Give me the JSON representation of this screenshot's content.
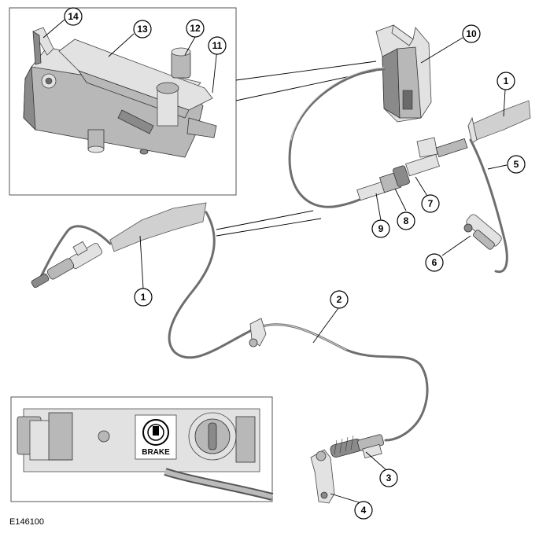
{
  "figure": {
    "reference_code": "E146100",
    "brake_label": "BRAKE"
  },
  "callouts": [
    {
      "id": "14",
      "label": "14"
    },
    {
      "id": "13",
      "label": "13"
    },
    {
      "id": "12",
      "label": "12"
    },
    {
      "id": "11",
      "label": "11"
    },
    {
      "id": "10",
      "label": "10"
    },
    {
      "id": "1a",
      "label": "1"
    },
    {
      "id": "5",
      "label": "5"
    },
    {
      "id": "7",
      "label": "7"
    },
    {
      "id": "8",
      "label": "8"
    },
    {
      "id": "9",
      "label": "9"
    },
    {
      "id": "6",
      "label": "6"
    },
    {
      "id": "1b",
      "label": "1"
    },
    {
      "id": "2",
      "label": "2"
    },
    {
      "id": "3",
      "label": "3"
    },
    {
      "id": "4",
      "label": "4"
    }
  ],
  "colors": {
    "line": "#000000",
    "part_dark": "#8a8a8a",
    "part_light": "#e2e2e2",
    "background": "#ffffff"
  }
}
